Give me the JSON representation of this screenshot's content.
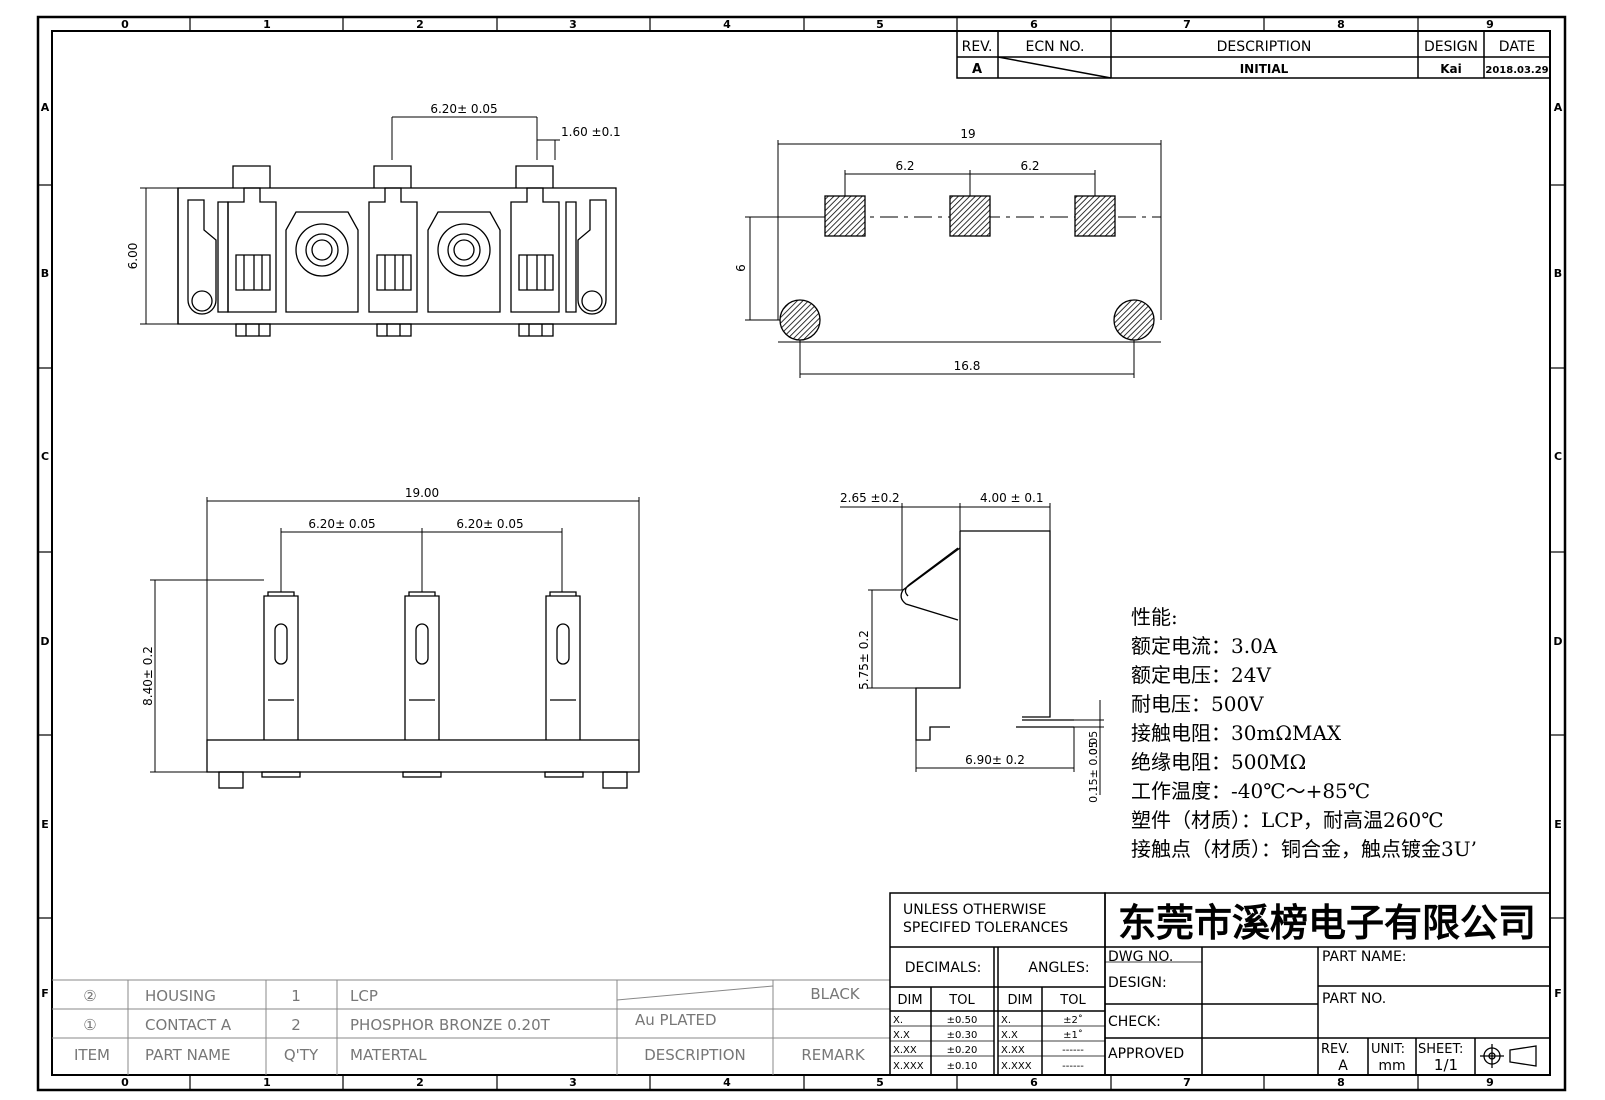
{
  "border": {
    "columns": [
      "0",
      "1",
      "2",
      "3",
      "4",
      "5",
      "6",
      "7",
      "8",
      "9"
    ],
    "rows": [
      "A",
      "B",
      "C",
      "D",
      "E",
      "F"
    ]
  },
  "revision_block": {
    "headers": {
      "rev": "REV.",
      "ecn": "ECN NO.",
      "description": "DESCRIPTION",
      "design": "DESIGN",
      "date": "DATE"
    },
    "row": {
      "rev": "A",
      "description": "INITIAL",
      "design": "Kai",
      "date": "2018.03.29"
    }
  },
  "views": {
    "front": {
      "dim_pitch": "6.20± 0.05",
      "dim_pin": "1.60 ±0.1",
      "dim_height": "6.00"
    },
    "pcb": {
      "dim_width": "19",
      "dim_pitch1": "6.2",
      "dim_pitch2": "6.2",
      "dim_height": "6",
      "dim_holes": "16.8"
    },
    "top": {
      "dim_width": "19.00",
      "dim_pitch1": "6.20± 0.05",
      "dim_pitch2": "6.20± 0.05",
      "dim_height": "8.40± 0.2"
    },
    "side": {
      "dim_a": "2.65 ±0.2",
      "dim_b": "4.00 ± 0.1",
      "dim_c": "5.75± 0.2",
      "dim_d": "6.90± 0.2",
      "dim_e": "0.05",
      "dim_f": "0.15± 0.05"
    }
  },
  "specs": {
    "title": "性能:",
    "lines": [
      "额定电流：3.0A",
      "额定电压：24V",
      "耐电压：500V",
      "接触电阻：30mΩMAX",
      "绝缘电阻：500MΩ",
      "工作温度：-40℃～+85℃",
      "塑件（材质）：LCP，耐高温260℃",
      "接触点（材质）：铜合金，触点镀金3U’"
    ]
  },
  "bom": {
    "rows": [
      {
        "item": "②",
        "name": "HOUSING",
        "qty": "1",
        "material": "LCP",
        "description": "",
        "remark": "BLACK"
      },
      {
        "item": "①",
        "name": "CONTACT A",
        "qty": "2",
        "material": "PHOSPHOR BRONZE 0.20T",
        "description": "Au PLATED",
        "remark": ""
      }
    ],
    "header": {
      "item": "ITEM",
      "name": "PART NAME",
      "qty": "Q'TY",
      "material": "MATERTAL",
      "description": "DESCRIPTION",
      "remark": "REMARK"
    }
  },
  "tolerances": {
    "title1": "UNLESS OTHERWISE",
    "title2": "SPECIFED TOLERANCES",
    "decimals": "DECIMALS:",
    "angles": "ANGLES:",
    "dim": "DIM",
    "tol": "TOL",
    "decimal_rows": [
      [
        "X.",
        "±0.50"
      ],
      [
        "X.X",
        "±0.30"
      ],
      [
        "X.XX",
        "±0.20"
      ],
      [
        "X.XXX",
        "±0.10"
      ]
    ],
    "angle_rows": [
      [
        "X.",
        "±2˚"
      ],
      [
        "X.X",
        "±1˚"
      ],
      [
        "X.XX",
        "------"
      ],
      [
        "X.XXX",
        "------"
      ]
    ]
  },
  "title_block": {
    "company": "东莞市溪榜电子有限公司",
    "dwg_no": "DWG NO.",
    "design": "DESIGN:",
    "check": "CHECK:",
    "approved": "APPROVED",
    "part_name": "PART NAME:",
    "part_no": "PART NO.",
    "rev_label": "REV.",
    "rev_value": "A",
    "unit_label": "UNIT:",
    "unit_value": "mm",
    "sheet_label": "SHEET:",
    "sheet_value": "1/1"
  }
}
